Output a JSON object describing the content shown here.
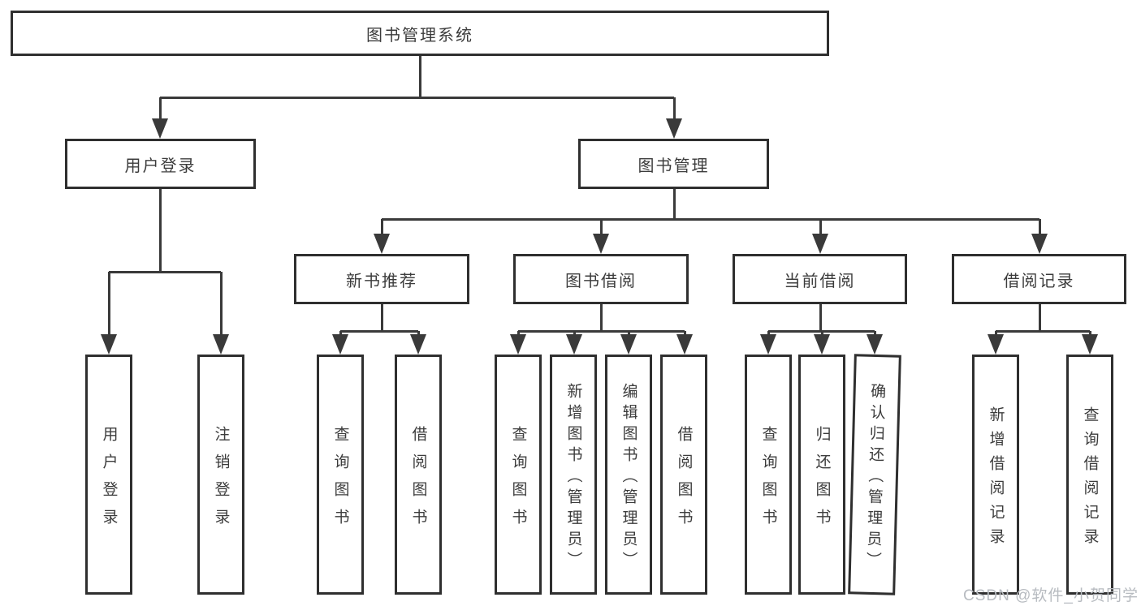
{
  "diagram": {
    "root": {
      "label": "图书管理系统"
    },
    "user_login": {
      "label": "用户登录",
      "children": [
        {
          "label": "用户登录"
        },
        {
          "label": "注销登录"
        }
      ]
    },
    "book_management": {
      "label": "图书管理",
      "children": [
        {
          "label": "新书推荐",
          "children": [
            {
              "label": "查询图书"
            },
            {
              "label": "借阅图书"
            }
          ]
        },
        {
          "label": "图书借阅",
          "children": [
            {
              "label": "查询图书"
            },
            {
              "label": "新增图书（管理员）"
            },
            {
              "label": "编辑图书（管理员）"
            },
            {
              "label": "借阅图书"
            }
          ]
        },
        {
          "label": "当前借阅",
          "children": [
            {
              "label": "查询图书"
            },
            {
              "label": "归还图书"
            },
            {
              "label": "确认归还（管理员）"
            }
          ]
        },
        {
          "label": "借阅记录",
          "children": [
            {
              "label": "新增借阅记录"
            },
            {
              "label": "查询借阅记录"
            }
          ]
        }
      ]
    }
  },
  "watermark": {
    "text": "CSDN @软件_小贺同学"
  },
  "colors": {
    "line": "#3a3a3a",
    "box_border": "#2f2f2f",
    "text": "#3c3c3c",
    "watermark": "#b7bbc0",
    "background": "#ffffff"
  }
}
